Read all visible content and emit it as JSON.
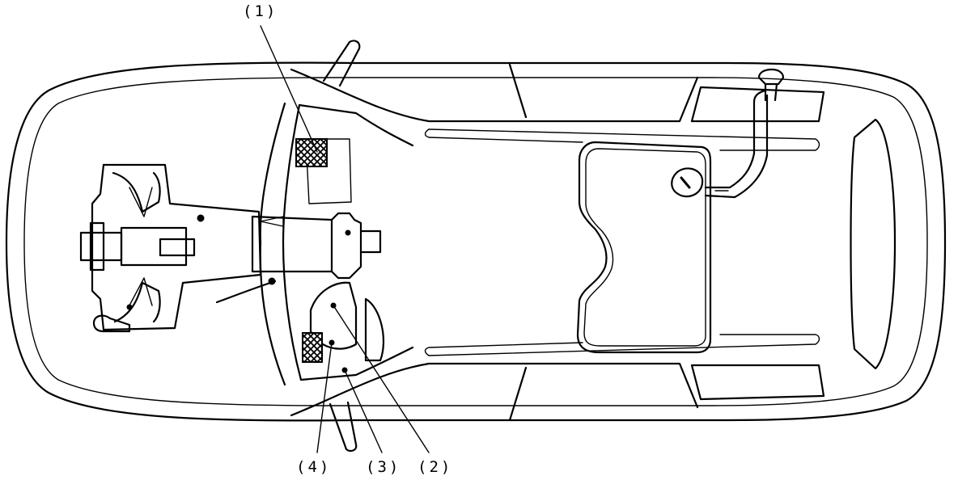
{
  "callouts": [
    {
      "id": "1",
      "text": "(1)"
    },
    {
      "id": "2",
      "text": "(2)"
    },
    {
      "id": "3",
      "text": "(3)"
    },
    {
      "id": "4",
      "text": "(4)"
    }
  ]
}
